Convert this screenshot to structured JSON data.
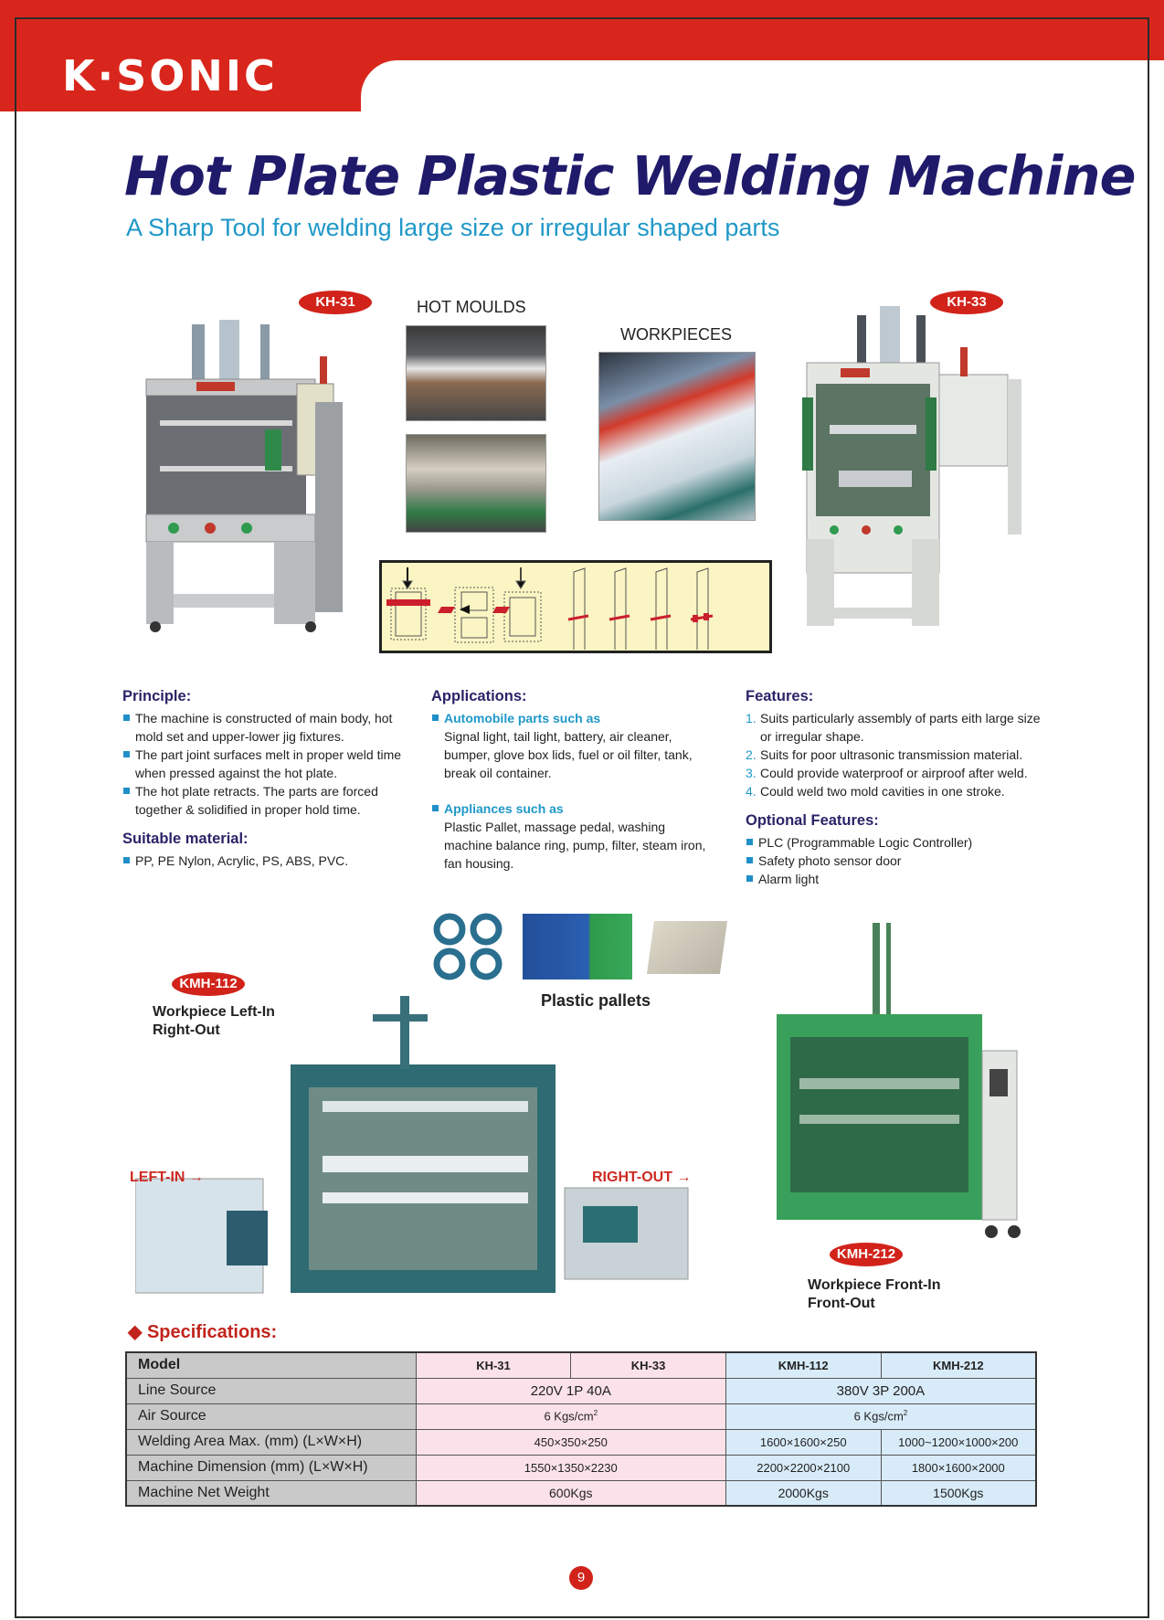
{
  "header": {
    "logo": "K·SONIC",
    "brand_color": "#d9261c"
  },
  "title": "Hot Plate Plastic Welding Machine",
  "subtitle": "A Sharp Tool for welding large size or irregular shaped parts",
  "top_images": {
    "kh31_badge": "KH-31",
    "kh33_badge": "KH-33",
    "hot_moulds_label": "HOT MOULDS",
    "workpieces_label": "WORKPIECES"
  },
  "principle": {
    "heading": "Principle:",
    "items": [
      "The machine is constructed of main body, hot mold set and upper-lower jig fixtures.",
      "The part joint surfaces melt in proper weld time when pressed against the hot plate.",
      "The hot plate retracts. The parts are forced together & solidified in proper hold time."
    ]
  },
  "suitable_material": {
    "heading": "Suitable material:",
    "items": [
      "PP, PE Nylon, Acrylic, PS, ABS, PVC."
    ]
  },
  "applications": {
    "heading": "Applications:",
    "groups": [
      {
        "title": "Automobile parts such as",
        "text": "Signal light, tail light, battery, air cleaner, bumper, glove box lids, fuel or oil filter, tank, break oil container."
      },
      {
        "title": "Appliances such as",
        "text": "Plastic Pallet, massage pedal, washing machine balance ring, pump, filter, steam iron, fan housing."
      }
    ]
  },
  "features": {
    "heading": "Features:",
    "items": [
      {
        "n": "1.",
        "text": "Suits particularly assembly of parts eith large size or irregular shape."
      },
      {
        "n": "2.",
        "text": "Suits for poor ultrasonic transmission material."
      },
      {
        "n": "3.",
        "text": "Could provide waterproof or airproof after weld."
      },
      {
        "n": "4.",
        "text": "Could weld two mold cavities in one stroke."
      }
    ]
  },
  "optional_features": {
    "heading": "Optional Features:",
    "items": [
      "PLC (Programmable Logic Controller)",
      "Safety photo sensor door",
      "Alarm light"
    ]
  },
  "middle": {
    "kmh112_badge": "KMH-112",
    "kmh112_caption_1": "Workpiece Left-In",
    "kmh112_caption_2": "Right-Out",
    "plastic_pallets": "Plastic pallets",
    "left_in": "LEFT-IN →",
    "right_out": "RIGHT-OUT →",
    "kmh212_badge": "KMH-212",
    "kmh212_caption_1": "Workpiece Front-In",
    "kmh212_caption_2": "Front-Out"
  },
  "specs": {
    "title": "◆ Specifications:",
    "header": {
      "label": "Model",
      "models": [
        "KH-31",
        "KH-33",
        "KMH-112",
        "KMH-212"
      ]
    },
    "rows": [
      {
        "label": "Line Source",
        "kh": "220V 1P 40A",
        "kmh": "380V 3P 200A"
      },
      {
        "label": "Air Source",
        "kh": "6 Kgs/cm",
        "kh_sup": "2",
        "kmh": "6 Kgs/cm",
        "kmh_sup": "2"
      },
      {
        "label": "Welding Area Max.  (mm)  (L×W×H)",
        "kh": "450×350×250",
        "kmh112": "1600×1600×250",
        "kmh212": "1000~1200×1000×200"
      },
      {
        "label": "Machine Dimension  (mm)  (L×W×H)",
        "kh": "1550×1350×2230",
        "kmh112": "2200×2200×2100",
        "kmh212": "1800×1600×2000"
      },
      {
        "label": "Machine Net Weight",
        "kh": "600Kgs",
        "kmh112": "2000Kgs",
        "kmh212": "1500Kgs"
      }
    ]
  },
  "page_number": "9"
}
